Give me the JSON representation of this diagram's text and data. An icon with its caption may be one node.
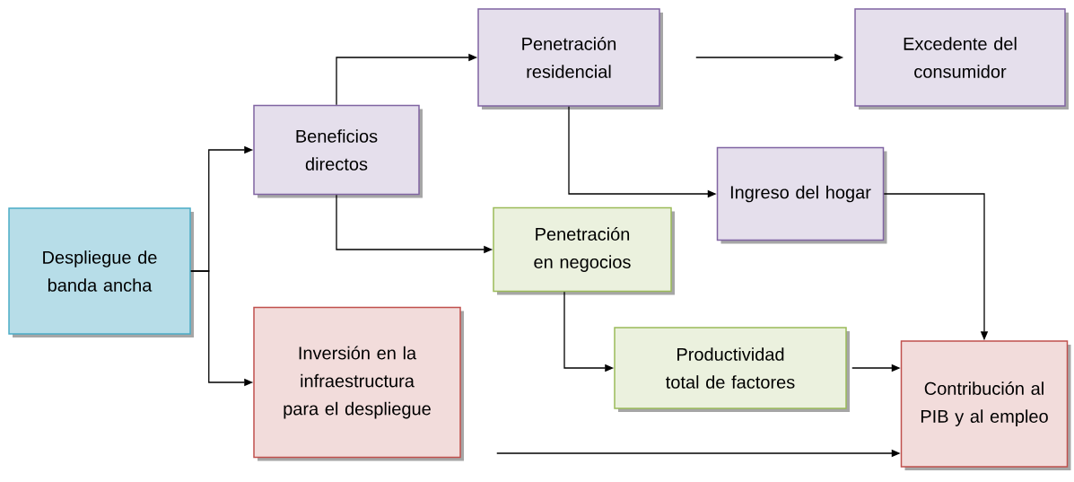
{
  "diagram": {
    "nodes": [
      {
        "text": [
          "Despliegue de banda ancha"
        ]
      },
      {
        "text": [
          "Beneficios directos"
        ]
      },
      {
        "text": [
          "Inversión en la infraestructura para el despliegue"
        ]
      },
      {
        "text": [
          "Penetración residencial"
        ]
      },
      {
        "text": [
          "Excedente del consumidor"
        ]
      },
      {
        "text": [
          "Ingreso del hogar"
        ]
      },
      {
        "text": [
          "Penetración en negocios"
        ]
      },
      {
        "text": [
          "Productividad total de factores"
        ]
      },
      {
        "text": [
          "Contribución al PIB y al empleo"
        ]
      }
    ],
    "edges": [
      {
        "from": 0,
        "to": 1,
        "arrow": "to"
      },
      {
        "from": 0,
        "to": 2,
        "arrow": "to"
      },
      {
        "from": 1,
        "to": 3,
        "arrow": "to"
      },
      {
        "from": 1,
        "to": 6,
        "arrow": "to"
      },
      {
        "from": 3,
        "to": 4,
        "arrow": "to"
      },
      {
        "from": 3,
        "to": 5,
        "arrow": "to"
      },
      {
        "from": 5,
        "to": 8,
        "arrow": "to"
      },
      {
        "from": 6,
        "to": 7,
        "arrow": "to"
      },
      {
        "from": 7,
        "to": 8,
        "arrow": "to"
      },
      {
        "from": 2,
        "to": 8,
        "arrow": "to"
      }
    ]
  }
}
